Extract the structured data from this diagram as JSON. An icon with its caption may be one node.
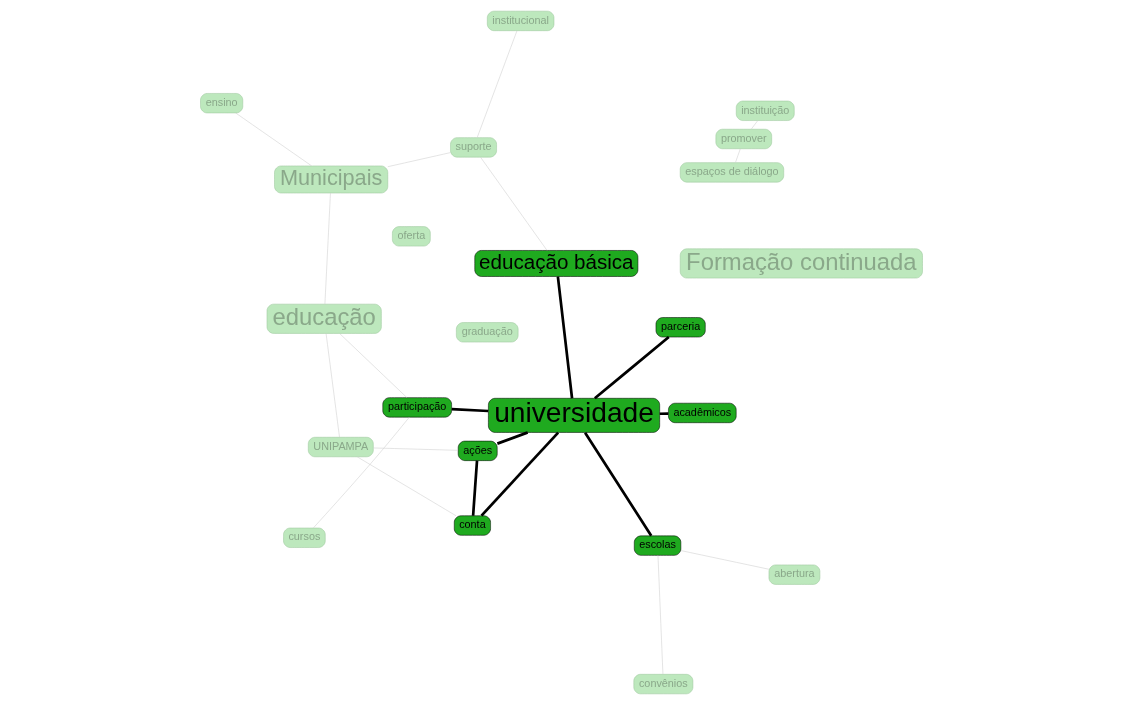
{
  "diagram": {
    "nodes": [
      {
        "text": [
          "educação"
        ]
      },
      {
        "text": [
          "oferta"
        ]
      },
      {
        "text": [
          "promover"
        ]
      },
      {
        "text": [
          "UNIPAMPA"
        ]
      },
      {
        "text": [
          "Formação continuada"
        ]
      },
      {
        "text": [
          "participação"
        ]
      },
      {
        "text": [
          "educação básica"
        ]
      },
      {
        "text": [
          "parceria"
        ]
      },
      {
        "text": [
          "conta"
        ]
      },
      {
        "text": [
          "cursos"
        ]
      },
      {
        "text": [
          "escolas"
        ]
      },
      {
        "text": [
          "universidade"
        ]
      },
      {
        "text": [
          "ações"
        ]
      },
      {
        "text": [
          "convênios"
        ]
      },
      {
        "text": [
          "institucional"
        ]
      },
      {
        "text": [
          "instituição"
        ]
      },
      {
        "text": [
          "Municipais"
        ]
      },
      {
        "text": [
          "acadêmicos"
        ]
      },
      {
        "text": [
          "espaços de diálogo"
        ]
      },
      {
        "text": [
          "ensino"
        ]
      },
      {
        "text": [
          "abertura"
        ]
      },
      {
        "text": [
          "suporte"
        ]
      },
      {
        "text": [
          "graduação"
        ]
      }
    ],
    "edges": [
      {
        "from": 11,
        "to": 7,
        "arrow": "none",
        "style": "thick",
        "color": "#000000"
      },
      {
        "from": 11,
        "to": 8,
        "arrow": "none",
        "style": "thick",
        "color": "#000000"
      },
      {
        "from": 11,
        "to": 5,
        "arrow": "none",
        "style": "thick",
        "color": "#000000"
      },
      {
        "from": 11,
        "to": 6,
        "arrow": "none",
        "style": "thick",
        "color": "#000000"
      },
      {
        "from": 11,
        "to": 10,
        "arrow": "none",
        "style": "thick",
        "color": "#000000"
      },
      {
        "from": 11,
        "to": 12,
        "arrow": "none",
        "style": "thick",
        "color": "#000000"
      },
      {
        "from": 11,
        "to": 17,
        "arrow": "none",
        "style": "thick",
        "color": "#000000"
      },
      {
        "from": 12,
        "to": 8,
        "arrow": "none",
        "style": "thick",
        "color": "#000000"
      },
      {
        "from": 0,
        "to": 3,
        "arrow": "none"
      },
      {
        "from": 3,
        "to": 12,
        "arrow": "none"
      },
      {
        "from": 3,
        "to": 8,
        "arrow": "none"
      },
      {
        "from": 0,
        "to": 16,
        "arrow": "none"
      },
      {
        "from": 0,
        "to": 5,
        "arrow": "none"
      },
      {
        "from": 2,
        "to": 15,
        "arrow": "none"
      },
      {
        "from": 5,
        "to": 9,
        "arrow": "none"
      },
      {
        "from": 2,
        "to": 18,
        "arrow": "none"
      },
      {
        "from": 6,
        "to": 21,
        "arrow": "none"
      },
      {
        "from": 10,
        "to": 20,
        "arrow": "none"
      },
      {
        "from": 10,
        "to": 13,
        "arrow": "none"
      },
      {
        "from": 14,
        "to": 21,
        "arrow": "none"
      },
      {
        "from": 16,
        "to": 21,
        "arrow": "none"
      },
      {
        "from": 16,
        "to": 19,
        "arrow": "none"
      }
    ]
  }
}
